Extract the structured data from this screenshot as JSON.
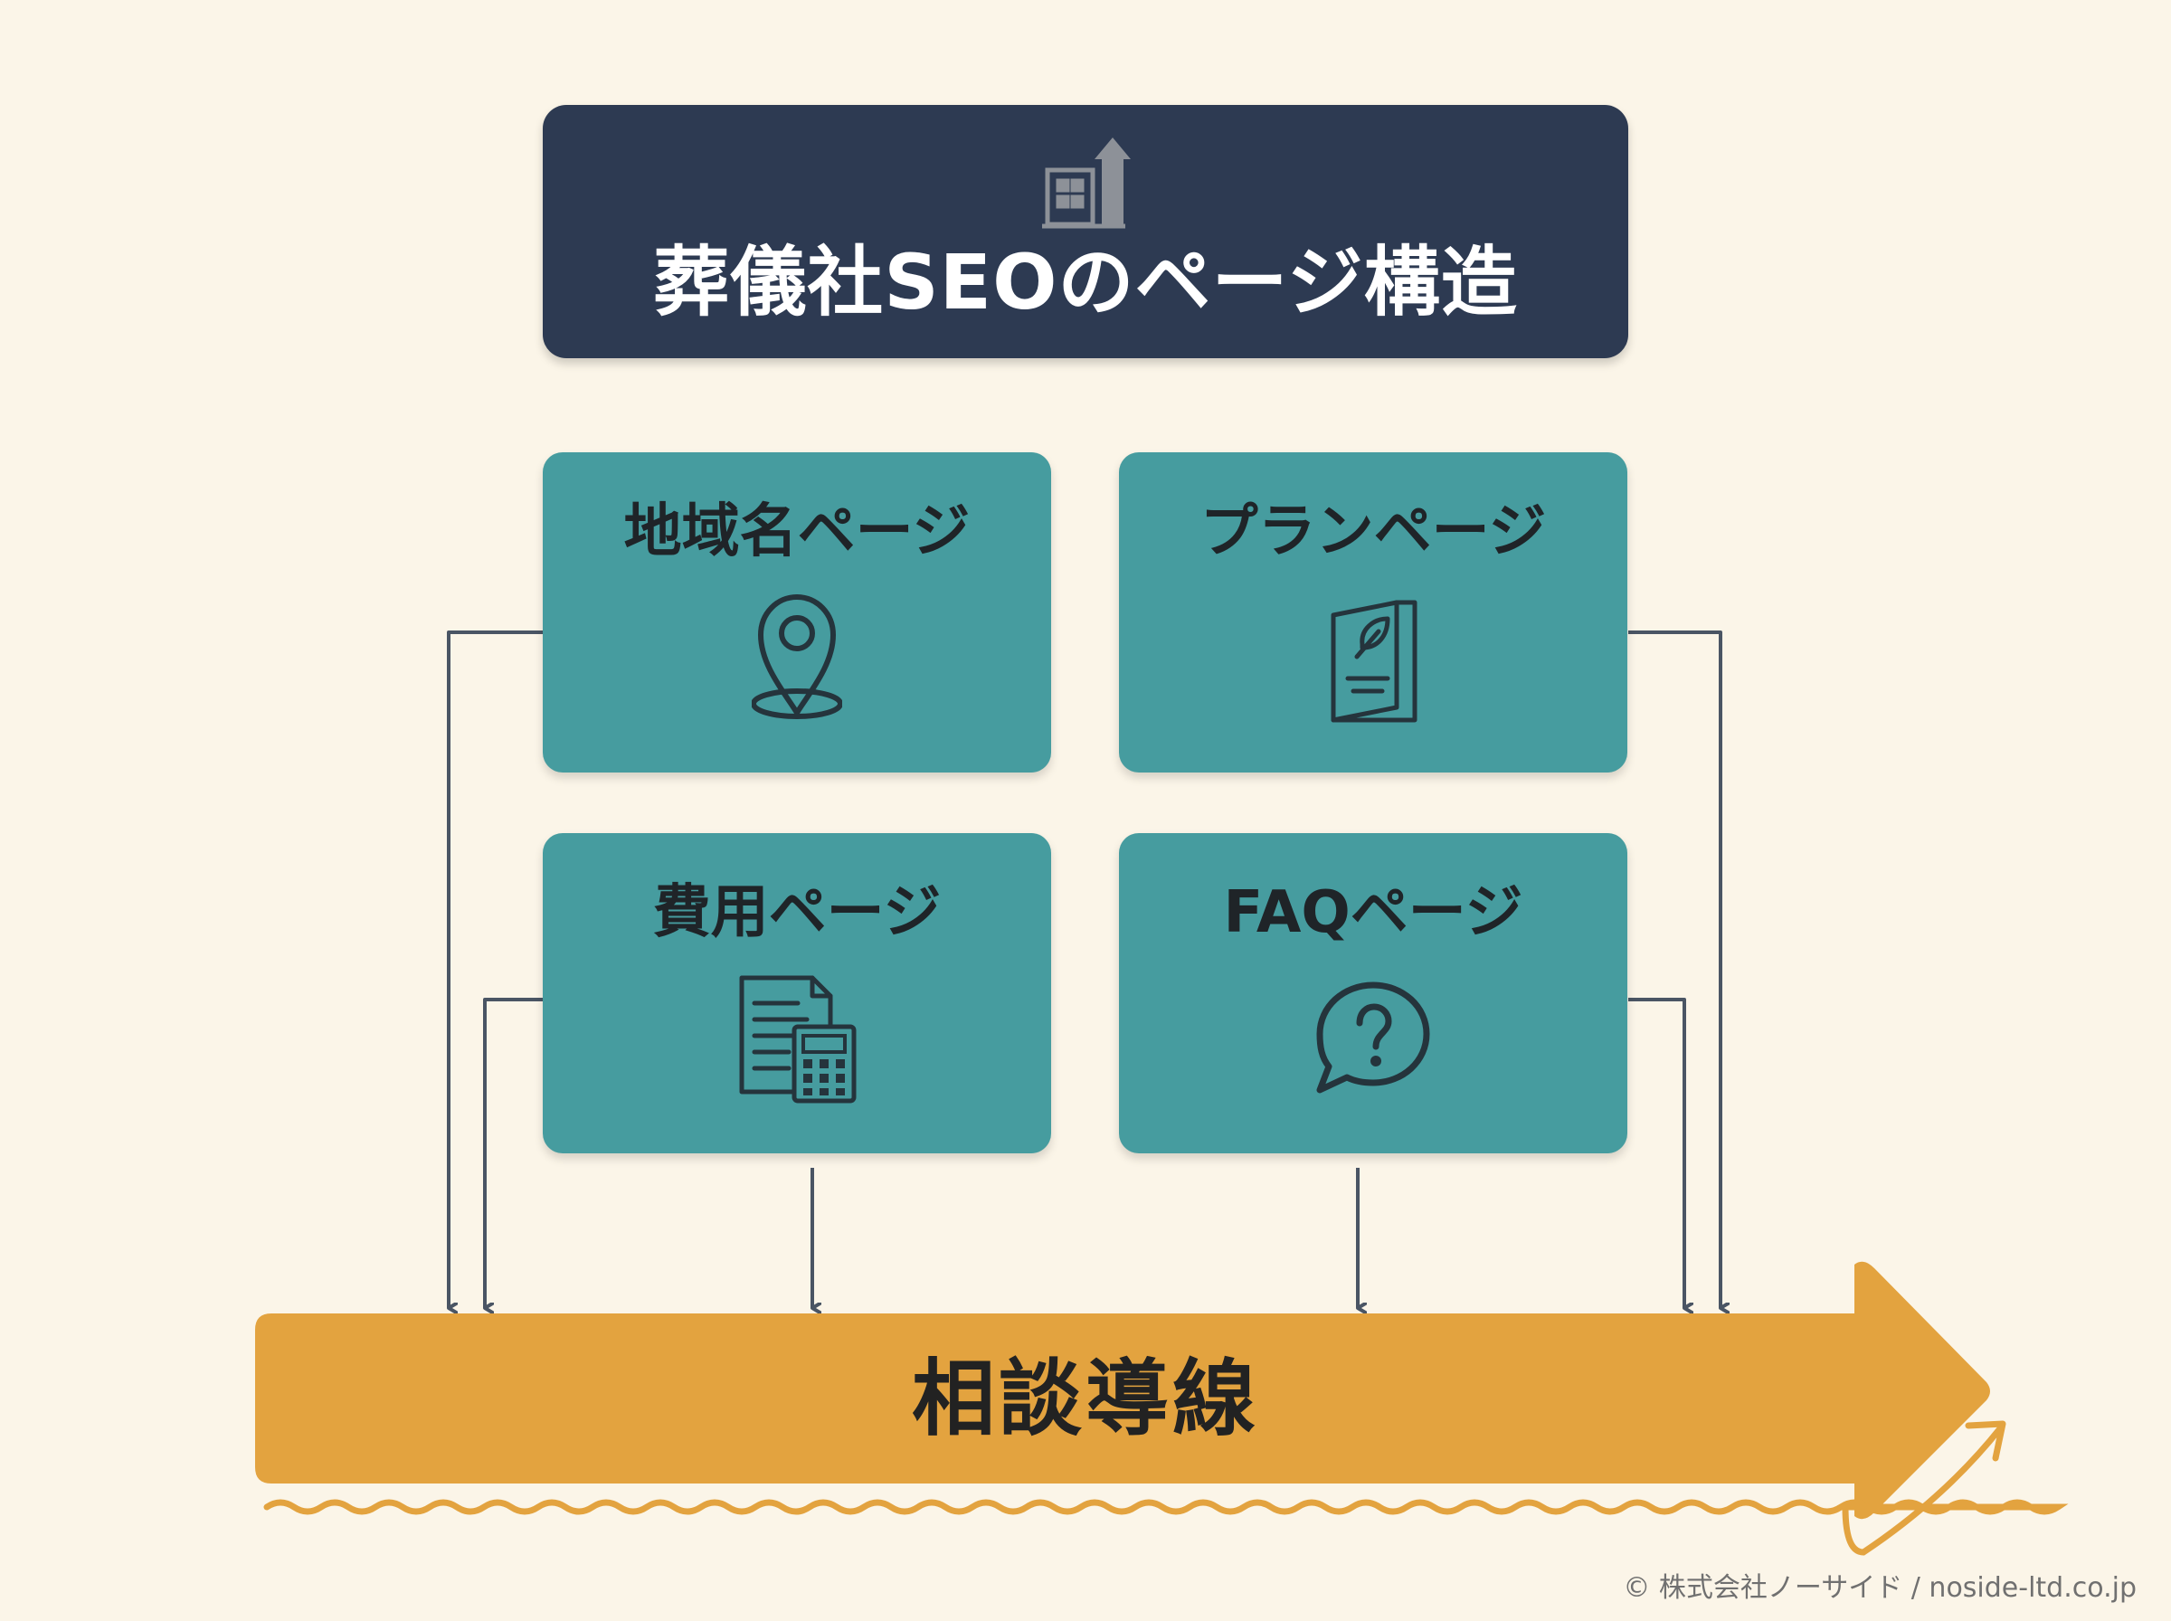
{
  "title": {
    "text": "葬儀社SEOのページ構造",
    "icon": "building-growth-icon"
  },
  "pages": [
    {
      "label": "地域名ページ",
      "icon": "map-pin-icon"
    },
    {
      "label": "プランページ",
      "icon": "leaf-brochure-icon"
    },
    {
      "label": "費用ページ",
      "icon": "document-calculator-icon"
    },
    {
      "label": "FAQページ",
      "icon": "question-bubble-icon"
    }
  ],
  "flow": {
    "label": "相談導線"
  },
  "footer": {
    "copyright": "© 株式会社ノーサイド / noside-ltd.co.jp"
  },
  "colors": {
    "background": "#fbf5e8",
    "title_box": "#2d3a52",
    "card": "#469c9f",
    "flow_arrow": "#e3a33f",
    "connector": "#4a5564"
  }
}
